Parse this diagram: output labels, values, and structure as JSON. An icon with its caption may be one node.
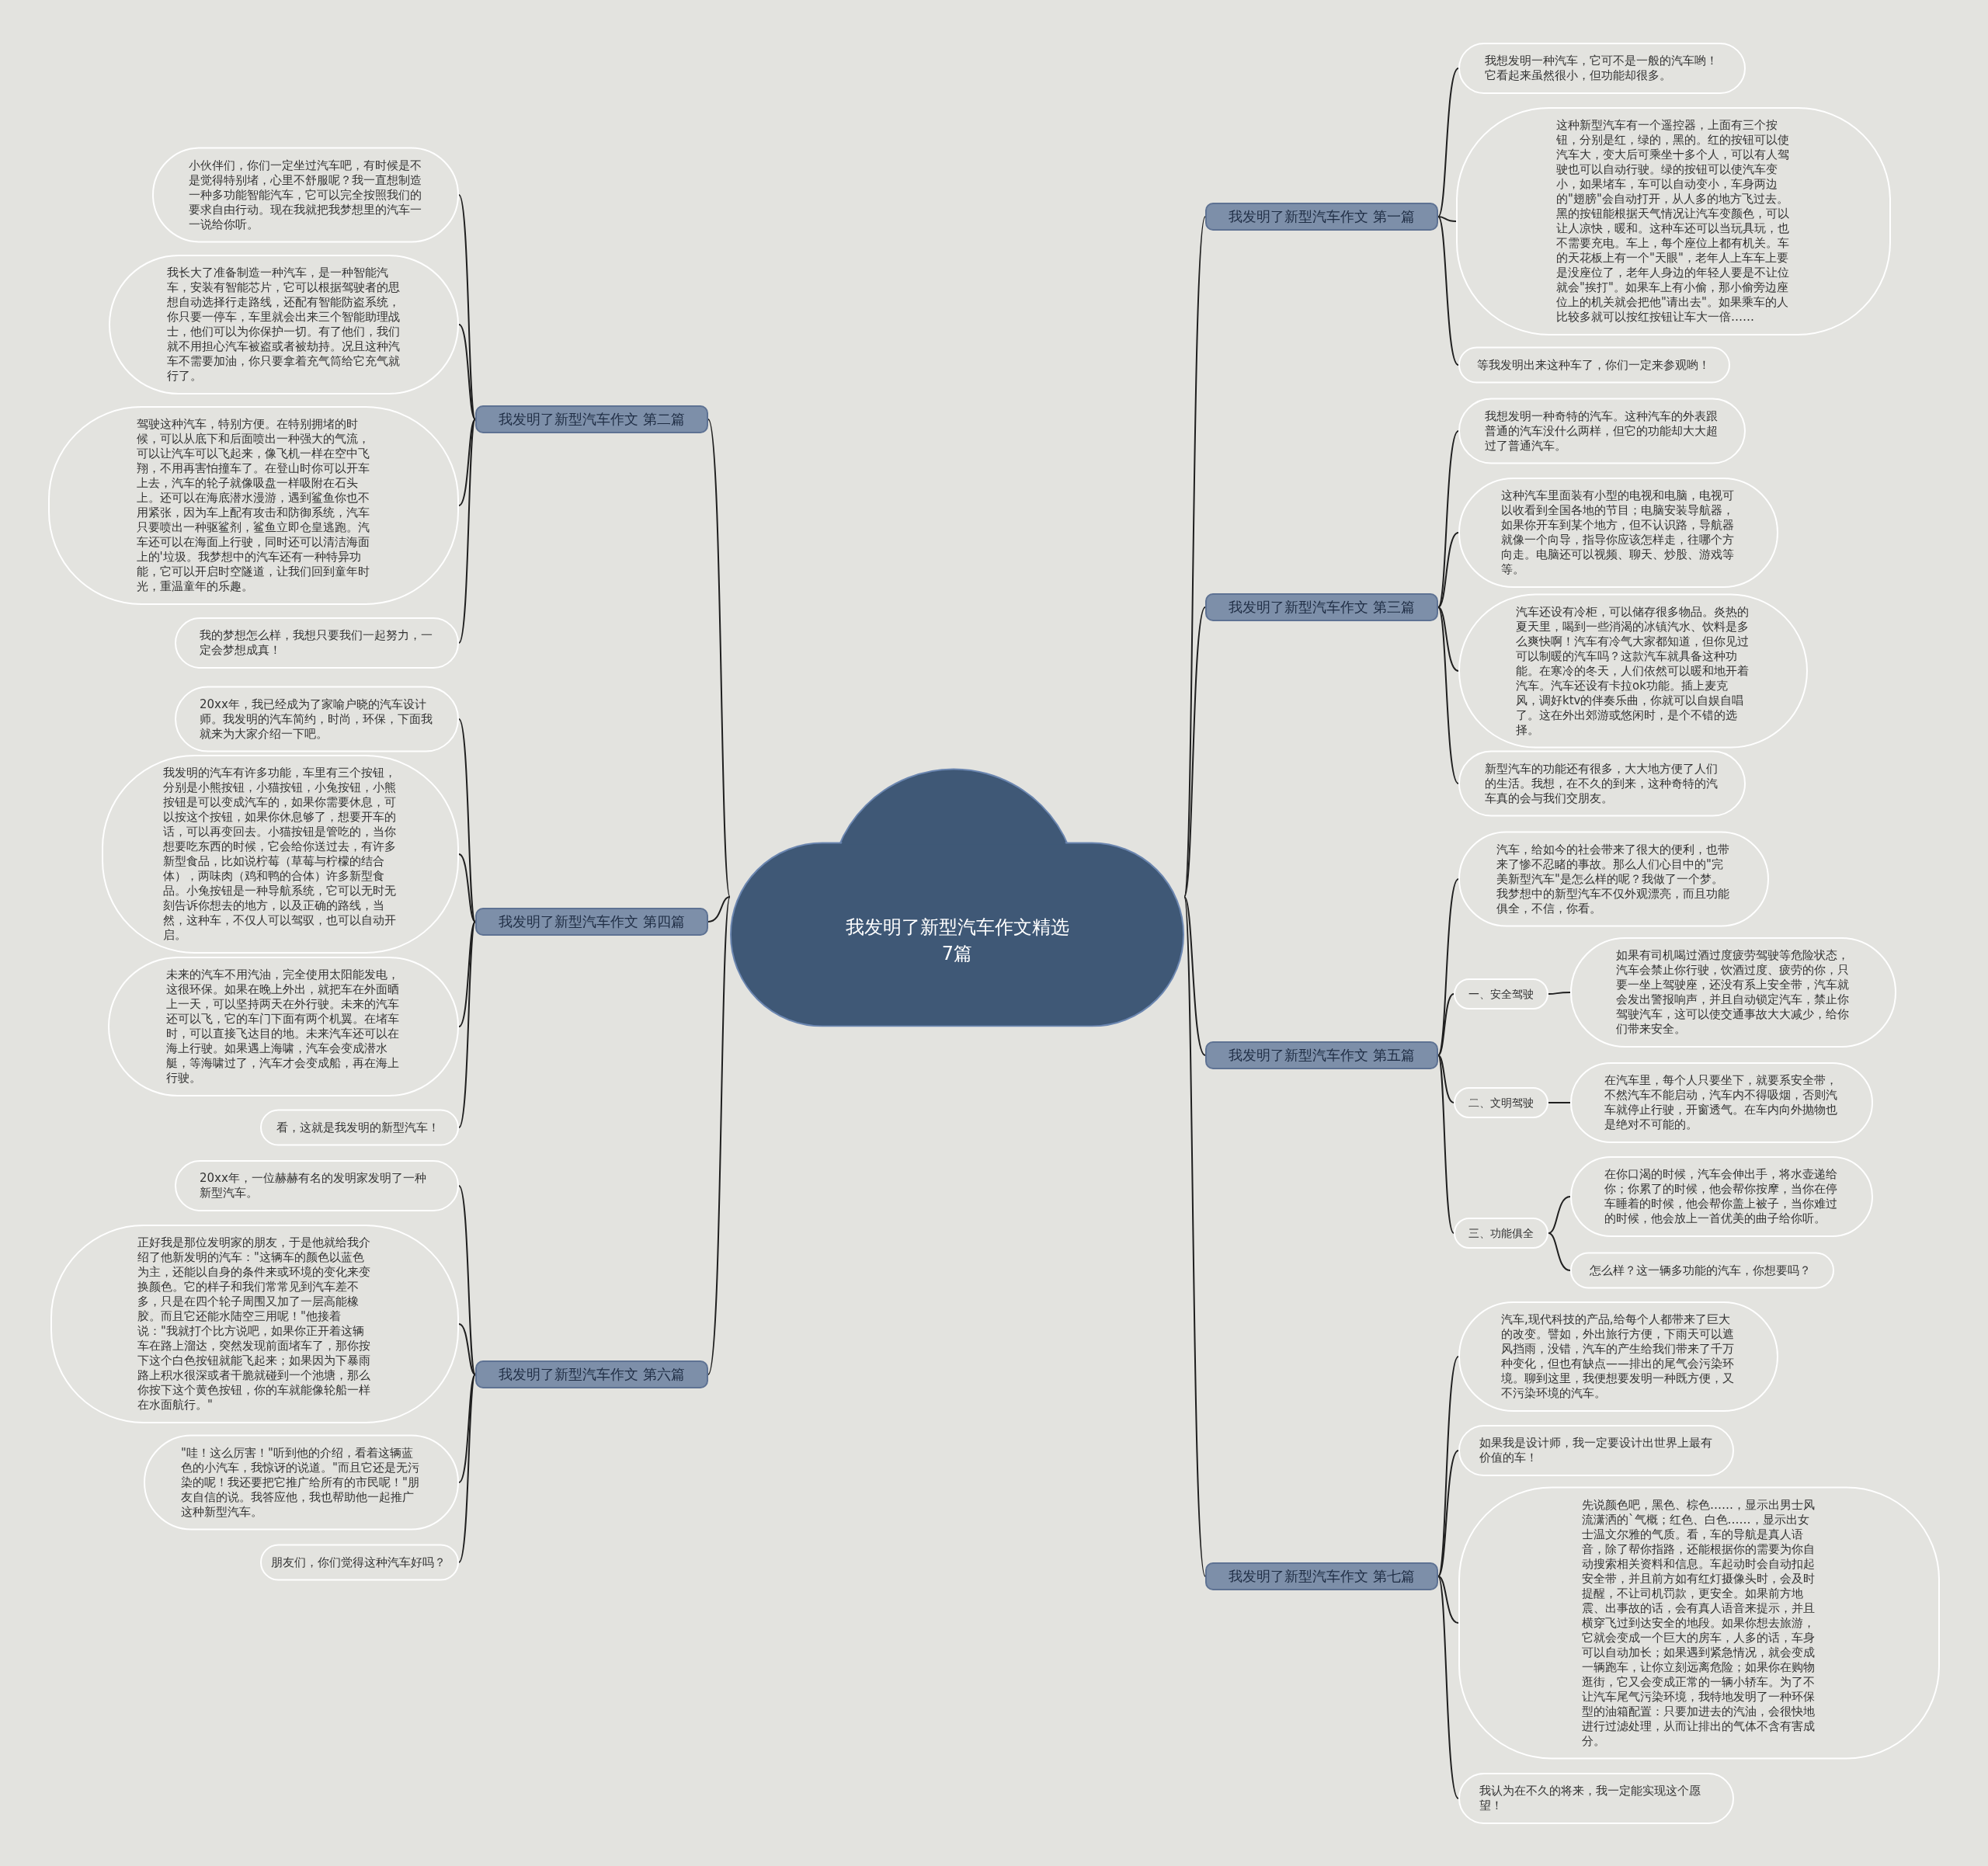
{
  "diagram": {
    "nodes": [
      {
        "text": [
          "我发明了新型汽车作文精选7篇"
        ]
      },
      {
        "text": [
          "我发明了新型汽车作文 第一篇"
        ]
      },
      {
        "text": [
          "我想发明一种汽车，它可不是一般的汽车哟！它看起来虽然很小，但功能却很多。"
        ]
      },
      {
        "text": [
          "这种新型汽车有一个遥控器，上面有三个按钮，分别是红，绿的，黑的。红的按钮可以使汽车大，变大后可乘坐十多个人，可以有人驾驶也可以自动行驶。绿的按钮可以使汽车变小，如果堵车，车可以自动变小，车身两边的\"翅膀\"会自动打开，从人多的地方飞过去。黑的按钮能根据天气情况让汽车变颜色，可以让人凉快，暖和。这种车还可以当玩具玩，也不需要充电。车上，每个座位上都有机关。车的天花板上有一个\"天眼\"，老年人上车车上要是没座位了，老年人身边的年轻人要是不让位就会\"挨打\"。如果车上有小偷，那小偷旁边座位上的机关就会把他\"请出去\"。如果乘车的人比较多就可以按红按钮让车大一倍……"
        ]
      },
      {
        "text": [
          "等我发明出来这种车了，你们一定来参观哟！"
        ]
      },
      {
        "text": [
          "我发明了新型汽车作文 第二篇"
        ]
      },
      {
        "text": [
          "小伙伴们，你们一定坐过汽车吧，有时候是不是觉得特别堵，心里不舒服呢？我一直想制造一种多功能智能汽车，它可以完全按照我们的要求自由行动。现在我就把我梦想里的汽车一一说给你听。"
        ]
      },
      {
        "text": [
          "我长大了准备制造一种汽车，是一种智能汽车，安装有智能芯片，它可以根据驾驶者的思想自动选择行走路线，还配有智能防盗系统，你只要一停车，车里就会出来三个智能助理战士，他们可以为你保护一切。有了他们，我们就不用担心汽车被盗或者被劫持。况且这种汽车不需要加油，你只要拿着充气筒给它充气就行了。"
        ]
      },
      {
        "text": [
          "驾驶这种汽车，特别方便。在特别拥堵的时候，可以从底下和后面喷出一种强大的气流，可以让汽车可以飞起来，像飞机一样在空中飞翔，不用再害怕撞车了。在登山时你可以开车上去，汽车的轮子就像吸盘一样吸附在石头上。还可以在海底潜水漫游，遇到鲨鱼你也不用紧张，因为车上配有攻击和防御系统，汽车只要喷出一种驱鲨剂，鲨鱼立即仓皇逃跑。汽车还可以在海面上行驶，同时还可以清洁海面上的'垃圾。我梦想中的汽车还有一种特异功能，它可以开启时空隧道，让我们回到童年时光，重温童年的乐趣。"
        ]
      },
      {
        "text": [
          "我的梦想怎么样，我想只要我们一起努力，一定会梦想成真！"
        ]
      },
      {
        "text": [
          "我发明了新型汽车作文 第三篇"
        ]
      },
      {
        "text": [
          "我想发明一种奇特的汽车。这种汽车的外表跟普通的汽车没什么两样，但它的功能却大大超过了普通汽车。"
        ]
      },
      {
        "text": [
          "这种汽车里面装有小型的电视和电脑，电视可以收看到全国各地的节目；电脑安装导航器，如果你开车到某个地方，但不认识路，导航器就像一个向导，指导你应该怎样走，往哪个方向走。电脑还可以视频、聊天、炒股、游戏等等。"
        ]
      },
      {
        "text": [
          "汽车还设有冷柜，可以储存很多物品。炎热的夏天里，喝到一些消渴的冰镇汽水、饮料是多么爽快啊！汽车有冷气大家都知道，但你见过可以制暖的汽车吗？这款汽车就具备这种功能。在寒冷的冬天，人们依然可以暖和地开着汽车。汽车还设有卡拉ok功能。插上麦克风，调好ktv的伴奏乐曲，你就可以自娱自唱了。这在外出郊游或悠闲时，是个不错的选择。"
        ]
      },
      {
        "text": [
          "新型汽车的功能还有很多，大大地方便了人们的生活。我想，在不久的到来，这种奇特的汽车真的会与我们交朋友。"
        ]
      },
      {
        "text": [
          "我发明了新型汽车作文 第四篇"
        ]
      },
      {
        "text": [
          "20xx年，我已经成为了家喻户晓的汽车设计师。我发明的汽车简约，时尚，环保，下面我就来为大家介绍一下吧。"
        ]
      },
      {
        "text": [
          "我发明的汽车有许多功能，车里有三个按钮，分别是小熊按钮，小猫按钮，小兔按钮，小熊按钮是可以变成汽车的，如果你需要休息，可以按这个按钮，如果你休息够了，想要开车的话，可以再变回去。小猫按钮是管吃的，当你想要吃东西的时候，它会给你送过去，有许多新型食品，比如说柠莓（草莓与柠檬的结合体），两味肉（鸡和鸭的合体）许多新型食品。小兔按钮是一种导航系统，它可以无时无刻告诉你想去的地方，以及正确的路线，当然，这种车，不仅人可以驾驭，也可以自动开启。"
        ]
      },
      {
        "text": [
          "未来的汽车不用汽油，完全使用太阳能发电，这很环保。如果在晚上外出，就把车在外面晒上一天，可以坚持两天在外行驶。未来的汽车还可以飞，它的车门下面有两个机翼。在堵车时，可以直接飞达目的地。未来汽车还可以在海上行驶。如果遇上海啸，汽车会变成潜水艇，等海啸过了，汽车才会变成船，再在海上行驶。"
        ]
      },
      {
        "text": [
          "看，这就是我发明的新型汽车！"
        ]
      },
      {
        "text": [
          "我发明了新型汽车作文 第五篇"
        ]
      },
      {
        "text": [
          "汽车，给如今的社会带来了很大的便利，也带来了惨不忍睹的事故。那么人们心目中的\"完美新型汽车\"是怎么样的呢？我做了一个梦。我梦想中的新型汽车不仅外观漂亮，而且功能俱全，不信，你看。"
        ]
      },
      {
        "text": [
          "一、安全驾驶"
        ]
      },
      {
        "text": [
          "如果有司机喝过酒过度疲劳驾驶等危险状态，汽车会禁止你行驶，饮酒过度、疲劳的你，只要一坐上驾驶座，还没有系上安全带，汽车就会发出警报响声，并且自动锁定汽车，禁止你驾驶汽车，这可以使交通事故大大减少，给你们带来安全。"
        ]
      },
      {
        "text": [
          "二、文明驾驶"
        ]
      },
      {
        "text": [
          "在汽车里，每个人只要坐下，就要系安全带，不然汽车不能启动，汽车内不得吸烟，否则汽车就停止行驶，开窗透气。在车内向外抛物也是绝对不可能的。"
        ]
      },
      {
        "text": [
          "三、功能俱全"
        ]
      },
      {
        "text": [
          "在你口渴的时候，汽车会伸出手，将水壶递给你；你累了的时候，他会帮你按摩，当你在停车睡着的时候，他会帮你盖上被子，当你难过的时候，他会放上一首优美的曲子给你听。"
        ]
      },
      {
        "text": [
          "怎么样？这一辆多功能的汽车，你想要吗？"
        ]
      },
      {
        "text": [
          "我发明了新型汽车作文 第六篇"
        ]
      },
      {
        "text": [
          "20xx年，一位赫赫有名的发明家发明了一种新型汽车。"
        ]
      },
      {
        "text": [
          "正好我是那位发明家的朋友，于是他就给我介绍了他新发明的汽车：\"这辆车的颜色以蓝色为主，还能以自身的条件来或环境的变化来变换颜色。它的样子和我们常常见到汽车差不多，只是在四个轮子周围又加了一层高能橡胶。而且它还能水陆空三用呢！\"他接着说：\"我就打个比方说吧，如果你正开着这辆车在路上溜达，突然发现前面堵车了，那你按下这个白色按钮就能飞起来；如果因为下暴雨路上积水很深或者干脆就碰到一个池塘，那么你按下这个黄色按钮，你的车就能像轮船一样在水面航行。\""
        ]
      },
      {
        "text": [
          "\"哇！这么厉害！\"听到他的介绍，看着这辆蓝色的小汽车，我惊讶的说道。\"而且它还是无污染的呢！我还要把它推广给所有的市民呢！\"朋友自信的说。我答应他，我也帮助他一起推广这种新型汽车。"
        ]
      },
      {
        "text": [
          "朋友们，你们觉得这种汽车好吗？"
        ]
      },
      {
        "text": [
          "我发明了新型汽车作文 第七篇"
        ]
      },
      {
        "text": [
          "汽车,现代科技的产品,给每个人都带来了巨大的改变。譬如，外出旅行方便，下雨天可以遮风挡雨，没错，汽车的产生给我们带来了千万种变化，但也有缺点——排出的尾气会污染环境。聊到这里，我便想要发明一种既方便，又不污染环境的汽车。"
        ]
      },
      {
        "text": [
          "如果我是设计师，我一定要设计出世界上最有价值的车！"
        ]
      },
      {
        "text": [
          "先说颜色吧，黑色、棕色……，显示出男士风流潇洒的`气概；红色、白色……，显示出女士温文尔雅的气质。看，车的导航是真人语音，除了帮你指路，还能根据你的需要为你自动搜索相关资料和信息。车起动时会自动扣起安全带，并且前方如有红灯摄像头时，会及时提醒，不让司机罚款，更安全。如果前方地震、出事故的话，会有真人语音来提示，并且横穿飞过到达安全的地段。如果你想去旅游，它就会变成一个巨大的房车，人多的话，车身可以自动加长；如果遇到紧急情况，就会变成一辆跑车，让你立刻远离危险；如果你在购物逛街，它又会变成正常的一辆小轿车。为了不让汽车尾气污染环境，我特地发明了一种环保型的油箱配置：只要加进去的汽油，会很快地进行过滤处理，从而让排出的气体不含有害成分。"
        ]
      },
      {
        "text": [
          "我认为在不久的将来，我一定能实现这个愿望！"
        ]
      }
    ],
    "edges": [
      {
        "from": 0,
        "to": 1,
        "arrow": "none"
      },
      {
        "from": 0,
        "to": 5,
        "arrow": "none"
      },
      {
        "from": 0,
        "to": 10,
        "arrow": "none"
      },
      {
        "from": 0,
        "to": 15,
        "arrow": "none"
      },
      {
        "from": 0,
        "to": 20,
        "arrow": "none"
      },
      {
        "from": 0,
        "to": 29,
        "arrow": "none"
      },
      {
        "from": 0,
        "to": 34,
        "arrow": "none"
      },
      {
        "from": 1,
        "to": 2,
        "arrow": "none"
      },
      {
        "from": 1,
        "to": 3,
        "arrow": "none"
      },
      {
        "from": 1,
        "to": 4,
        "arrow": "none"
      },
      {
        "from": 5,
        "to": 6,
        "arrow": "none"
      },
      {
        "from": 5,
        "to": 7,
        "arrow": "none"
      },
      {
        "from": 5,
        "to": 8,
        "arrow": "none"
      },
      {
        "from": 5,
        "to": 9,
        "arrow": "none"
      },
      {
        "from": 10,
        "to": 11,
        "arrow": "none"
      },
      {
        "from": 10,
        "to": 12,
        "arrow": "none"
      },
      {
        "from": 10,
        "to": 13,
        "arrow": "none"
      },
      {
        "from": 10,
        "to": 14,
        "arrow": "none"
      },
      {
        "from": 15,
        "to": 16,
        "arrow": "none"
      },
      {
        "from": 15,
        "to": 17,
        "arrow": "none"
      },
      {
        "from": 15,
        "to": 18,
        "arrow": "none"
      },
      {
        "from": 15,
        "to": 19,
        "arrow": "none"
      },
      {
        "from": 20,
        "to": 21,
        "arrow": "none"
      },
      {
        "from": 20,
        "to": 22,
        "arrow": "none"
      },
      {
        "from": 22,
        "to": 23,
        "arrow": "none"
      },
      {
        "from": 20,
        "to": 24,
        "arrow": "none"
      },
      {
        "from": 24,
        "to": 25,
        "arrow": "none"
      },
      {
        "from": 20,
        "to": 26,
        "arrow": "none"
      },
      {
        "from": 26,
        "to": 27,
        "arrow": "none"
      },
      {
        "from": 26,
        "to": 28,
        "arrow": "none"
      },
      {
        "from": 29,
        "to": 30,
        "arrow": "none"
      },
      {
        "from": 29,
        "to": 31,
        "arrow": "none"
      },
      {
        "from": 29,
        "to": 32,
        "arrow": "none"
      },
      {
        "from": 29,
        "to": 33,
        "arrow": "none"
      },
      {
        "from": 34,
        "to": 35,
        "arrow": "none"
      },
      {
        "from": 34,
        "to": 36,
        "arrow": "none"
      },
      {
        "from": 34,
        "to": 37,
        "arrow": "none"
      },
      {
        "from": 34,
        "to": 38,
        "arrow": "none"
      }
    ]
  }
}
